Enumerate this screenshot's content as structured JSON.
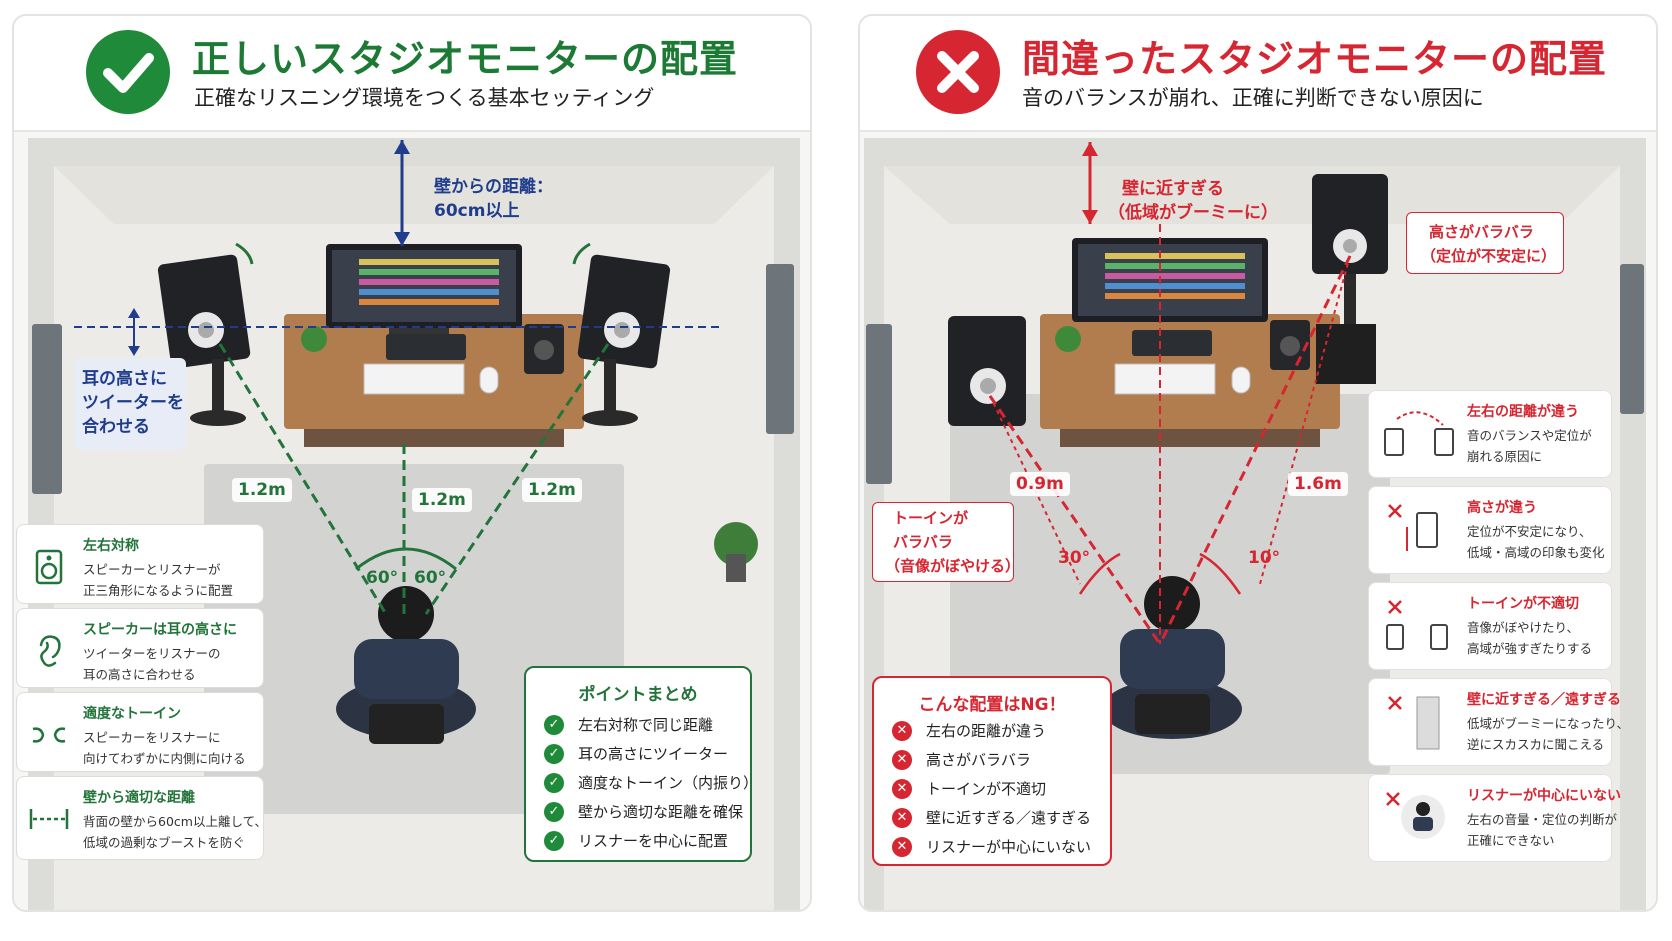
{
  "good": {
    "title": "正しいスタジオモニターの配置",
    "subtitle": "正確なリスニング環境をつくる基本セッティング",
    "wall_label": "壁からの距離：",
    "wall_value": "60cm以上",
    "ear_note": [
      "耳の高さに",
      "ツイーターを",
      "合わせる"
    ],
    "dist_left": "1.2m",
    "dist_center": "1.2m",
    "dist_right": "1.2m",
    "angle_left": "60°",
    "angle_right": "60°",
    "tips": [
      {
        "icon": "speaker-symmetry-icon",
        "title": "左右対称",
        "lines": [
          "スピーカーとリスナーが",
          "正三角形になるように配置"
        ]
      },
      {
        "icon": "ear-icon",
        "title": "スピーカーは耳の高さに",
        "lines": [
          "ツイーターをリスナーの",
          "耳の高さに合わせる"
        ]
      },
      {
        "icon": "toe-in-icon",
        "title": "適度なトーイン",
        "lines": [
          "スピーカーをリスナーに",
          "向けてわずかに内側に向ける"
        ]
      },
      {
        "icon": "wall-distance-icon",
        "title": "壁から適切な距離",
        "lines": [
          "背面の壁から60cm以上離して、",
          "低域の過剰なブーストを防ぐ"
        ]
      }
    ],
    "summary_title": "ポイントまとめ",
    "summary": [
      "左右対称で同じ距離",
      "耳の高さにツイーター",
      "適度なトーイン（内振り）",
      "壁から適切な距離を確保",
      "リスナーを中心に配置"
    ],
    "colors": {
      "accent": "#1f8a3a",
      "text": "#1d7a35"
    }
  },
  "bad": {
    "title": "間違ったスタジオモニターの配置",
    "subtitle": "音のバランスが崩れ、正確に判断できない原因に",
    "wall_warn": [
      "壁に近すぎる",
      "（低域がブーミーに）"
    ],
    "height_warn": [
      "高さがバラバラ",
      "（定位が不安定に）"
    ],
    "toe_warn": [
      "トーインが",
      "バラバラ",
      "（音像がぼやける）"
    ],
    "dist_left": "0.9m",
    "dist_right": "1.6m",
    "angle_left": "30°",
    "angle_right": "10°",
    "ng_title": "こんな配置はNG！",
    "ng_list": [
      "左右の距離が違う",
      "高さがバラバラ",
      "トーインが不適切",
      "壁に近すぎる／遠すぎる",
      "リスナーが中心にいない"
    ],
    "issues": [
      {
        "icon": "unequal-distance-icon",
        "title": "左右の距離が違う",
        "lines": [
          "音のバランスや定位が",
          "崩れる原因に"
        ]
      },
      {
        "icon": "uneven-height-icon",
        "title": "高さが違う",
        "lines": [
          "定位が不安定になり、",
          "低域・高域の印象も変化"
        ]
      },
      {
        "icon": "wrong-toe-in-icon",
        "title": "トーインが不適切",
        "lines": [
          "音像がぼやけたり、",
          "高域が強すぎたりする"
        ]
      },
      {
        "icon": "wall-too-close-icon",
        "title": "壁に近すぎる／遠すぎる",
        "lines": [
          "低域がブーミーになったり、",
          "逆にスカスカに聞こえる"
        ]
      },
      {
        "icon": "off-center-listener-icon",
        "title": "リスナーが中心にいない",
        "lines": [
          "左右の音量・定位の判断が",
          "正確にできない"
        ]
      }
    ],
    "colors": {
      "accent": "#d62631"
    }
  }
}
